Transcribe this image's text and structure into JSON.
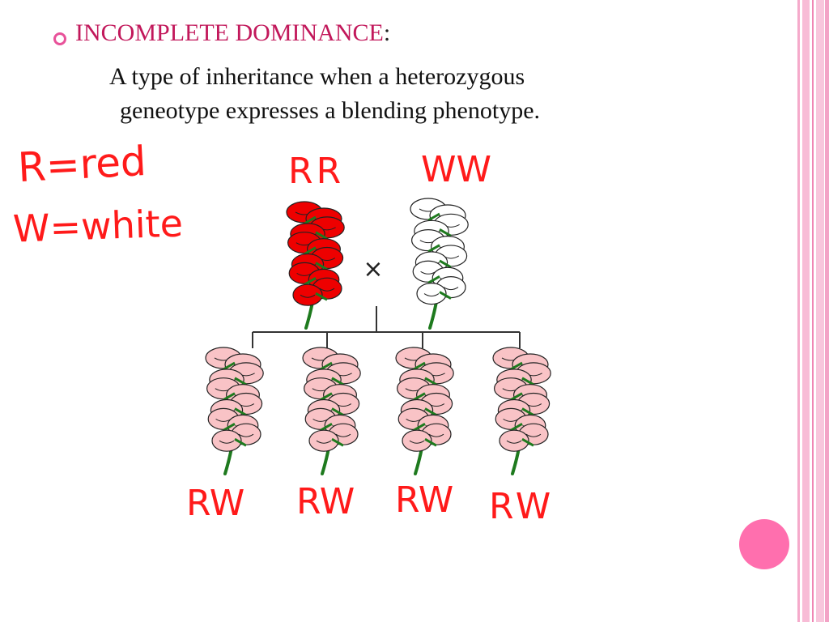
{
  "slide": {
    "heading": "INCOMPLETE DOMINANCE",
    "heading_suffix": ":",
    "definition_line1": "A type of inheritance when a heterozygous",
    "definition_line2": "geneotype expresses a blending phenotype."
  },
  "key": {
    "red_label": "R=red",
    "white_label": "W=white"
  },
  "cross": {
    "symbol": "×",
    "parents": [
      {
        "genotype": "RR",
        "color": "#ee0000"
      },
      {
        "genotype": "WW",
        "color": "#ffffff"
      }
    ],
    "offspring": [
      {
        "genotype": "RW",
        "color": "#f9c3c6"
      },
      {
        "genotype": "RW",
        "color": "#f9c3c6"
      },
      {
        "genotype": "RW",
        "color": "#f9c3c6"
      },
      {
        "genotype": "RW",
        "color": "#f9c3c6"
      }
    ]
  },
  "colors": {
    "accent": "#c2185b",
    "bullet": "#e8529a",
    "stem": "#1e7a1e",
    "handwriting": "#ff1a1a",
    "stripe_light": "#f8bcd6",
    "stripe_mid": "#ef86b4",
    "dot": "#ff6fae"
  },
  "icons": {
    "bullet": "ring-bullet-icon",
    "flower": "snapdragon-flower-icon"
  }
}
